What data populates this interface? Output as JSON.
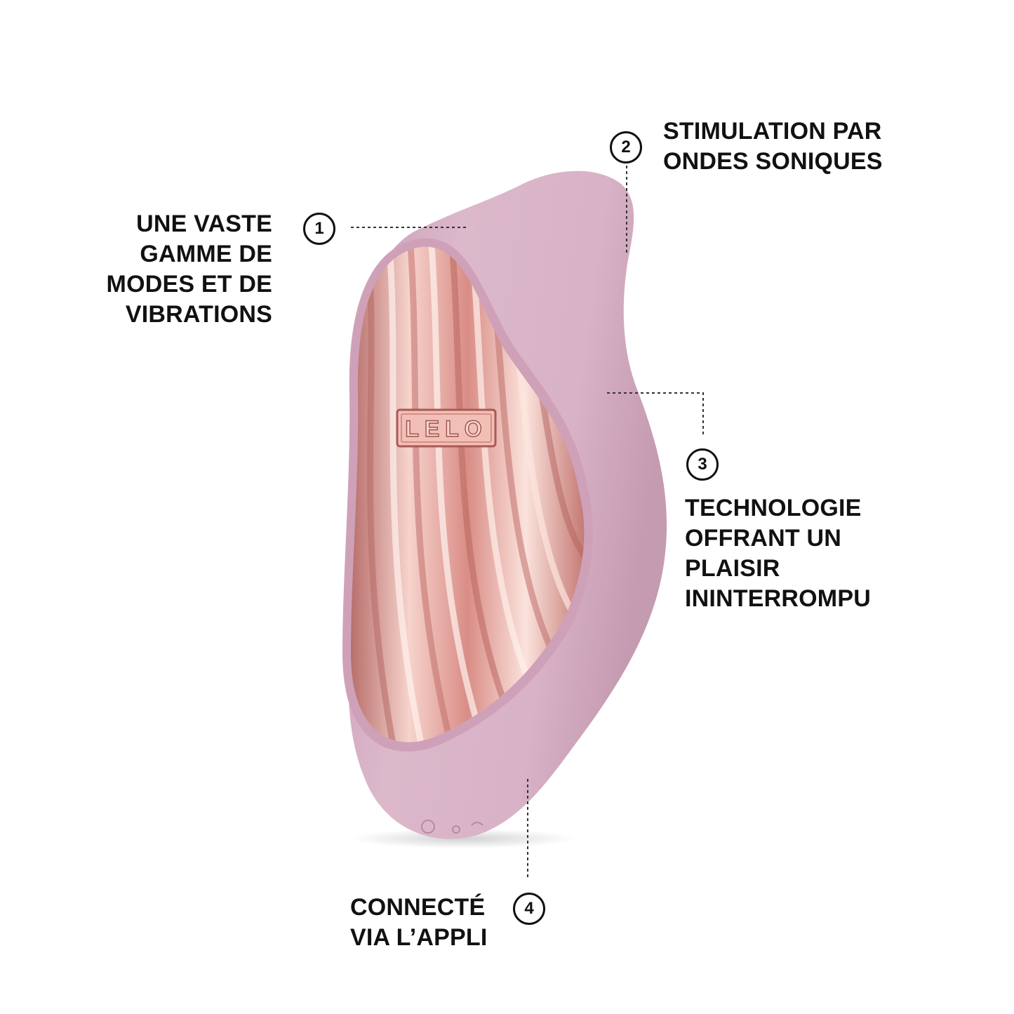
{
  "brand": {
    "logo_text": "LELO"
  },
  "colors": {
    "body": "#d9b4c8",
    "panel": "#e6a79f",
    "text": "#111111"
  },
  "features": [
    {
      "number": "1",
      "lines": [
        "UNE VASTE",
        "GAMME DE",
        "MODES ET DE",
        "VIBRATIONS"
      ]
    },
    {
      "number": "2",
      "lines": [
        "STIMULATION PAR",
        "ONDES SONIQUES"
      ]
    },
    {
      "number": "3",
      "lines": [
        "TECHNOLOGIE",
        "OFFRANT UN",
        "PLAISIR",
        "ININTERROMPU"
      ]
    },
    {
      "number": "4",
      "lines": [
        "CONNECTÉ",
        "VIA L’APPLI"
      ]
    }
  ]
}
